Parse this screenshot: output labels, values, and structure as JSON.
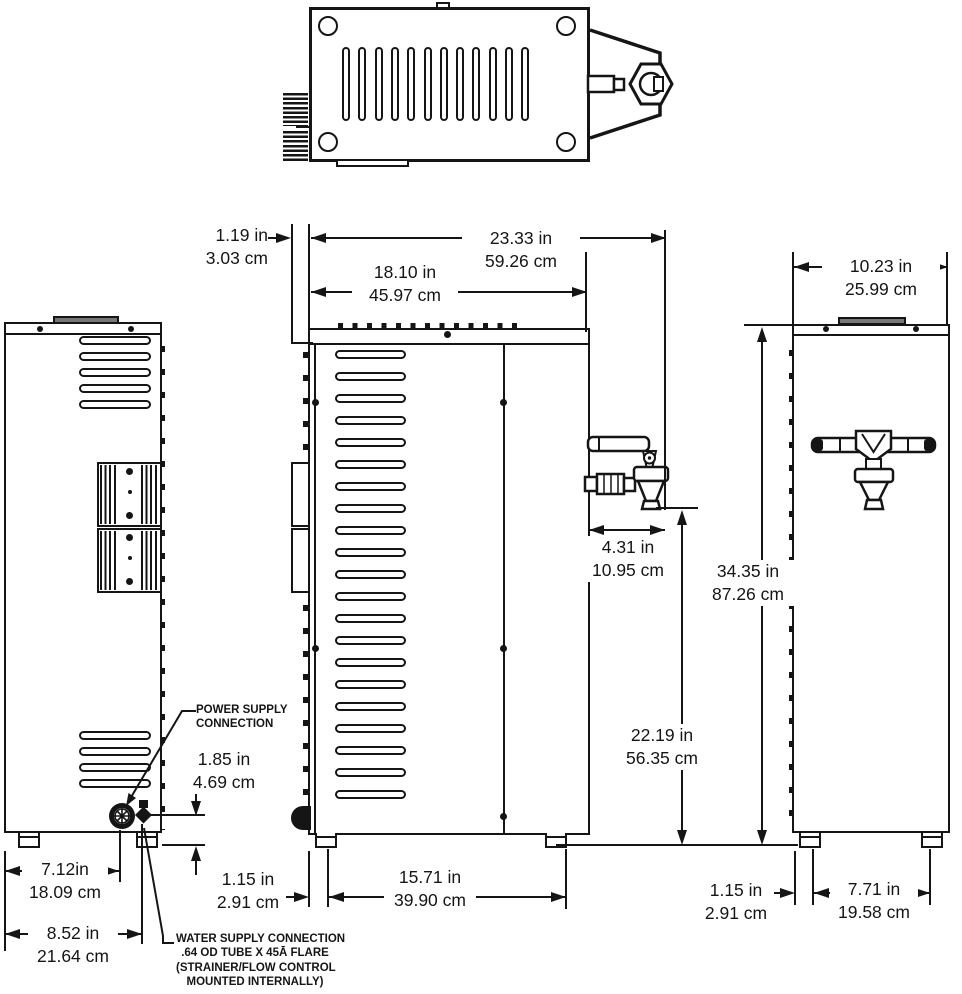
{
  "dims": {
    "back_offset": [
      "1.19 in",
      "3.03 cm"
    ],
    "depth_overall": [
      "23.33 in",
      "59.26 cm"
    ],
    "depth_body": [
      "18.10 in",
      "45.97 cm"
    ],
    "width_overall": [
      "10.23 in",
      "25.99 cm"
    ],
    "faucet_projection": [
      "4.31 in",
      "10.95 cm"
    ],
    "height_overall": [
      "34.35 in",
      "87.26 cm"
    ],
    "spout_clearance": [
      "22.19 in",
      "56.35 cm"
    ],
    "power_offset": [
      "7.12in",
      "18.09 cm"
    ],
    "water_offset": [
      "8.52 in",
      "21.64 cm"
    ],
    "power_height": [
      "1.85 in",
      "4.69 cm"
    ],
    "leg_inset_depth": [
      "1.15 in",
      "2.91 cm"
    ],
    "leg_span_depth": [
      "15.71 in",
      "39.90 cm"
    ],
    "leg_inset_width": [
      "1.15 in",
      "2.91 cm"
    ],
    "leg_span_width": [
      "7.71 in",
      "19.58 cm"
    ]
  },
  "callouts": {
    "power": [
      "POWER SUPPLY",
      "CONNECTION"
    ],
    "water": [
      "WATER SUPPLY CONNECTION",
      ".64 OD TUBE X 45Ā FLARE",
      "(STRAINER/FLOW CONTROL",
      "MOUNTED INTERNALLY)"
    ]
  },
  "colors": {
    "line": "#151515",
    "paper": "#ffffff"
  }
}
